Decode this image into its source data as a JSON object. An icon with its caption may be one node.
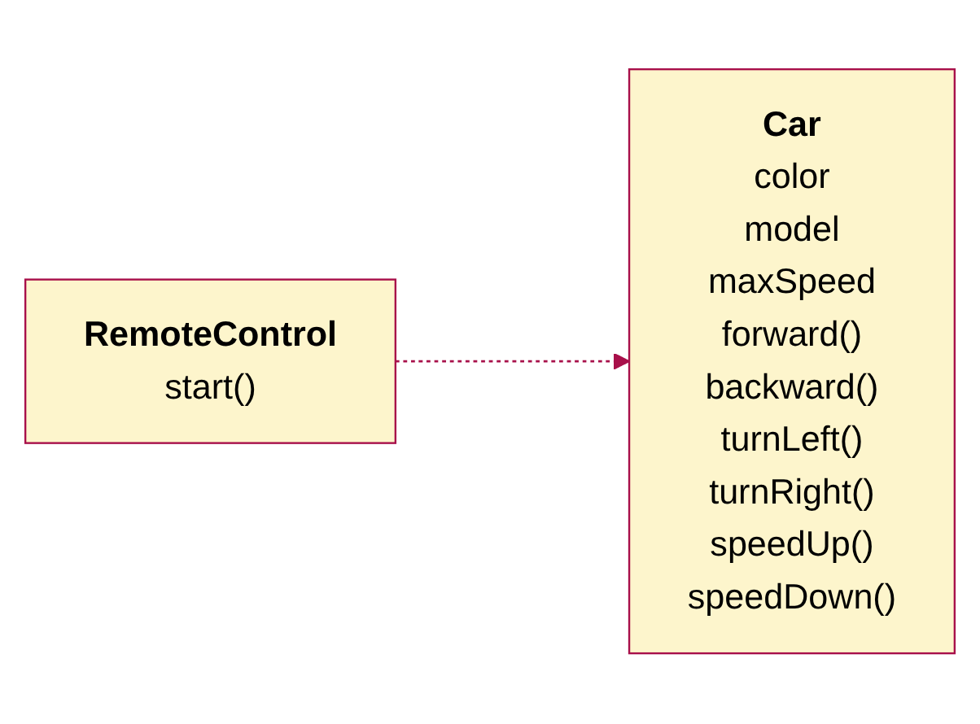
{
  "diagram": {
    "nodes": [
      {
        "text": [
          "RemoteControl",
          "start()"
        ]
      },
      {
        "text": [
          "Car",
          "color",
          "model",
          "maxSpeed",
          "forward()",
          "backward()",
          "turnLeft()",
          "turnRight()",
          "speedUp()",
          "speedDown()"
        ]
      }
    ],
    "edges": [
      {
        "from": 0,
        "to": 1,
        "arrow": "to",
        "style": "dashed"
      }
    ]
  }
}
